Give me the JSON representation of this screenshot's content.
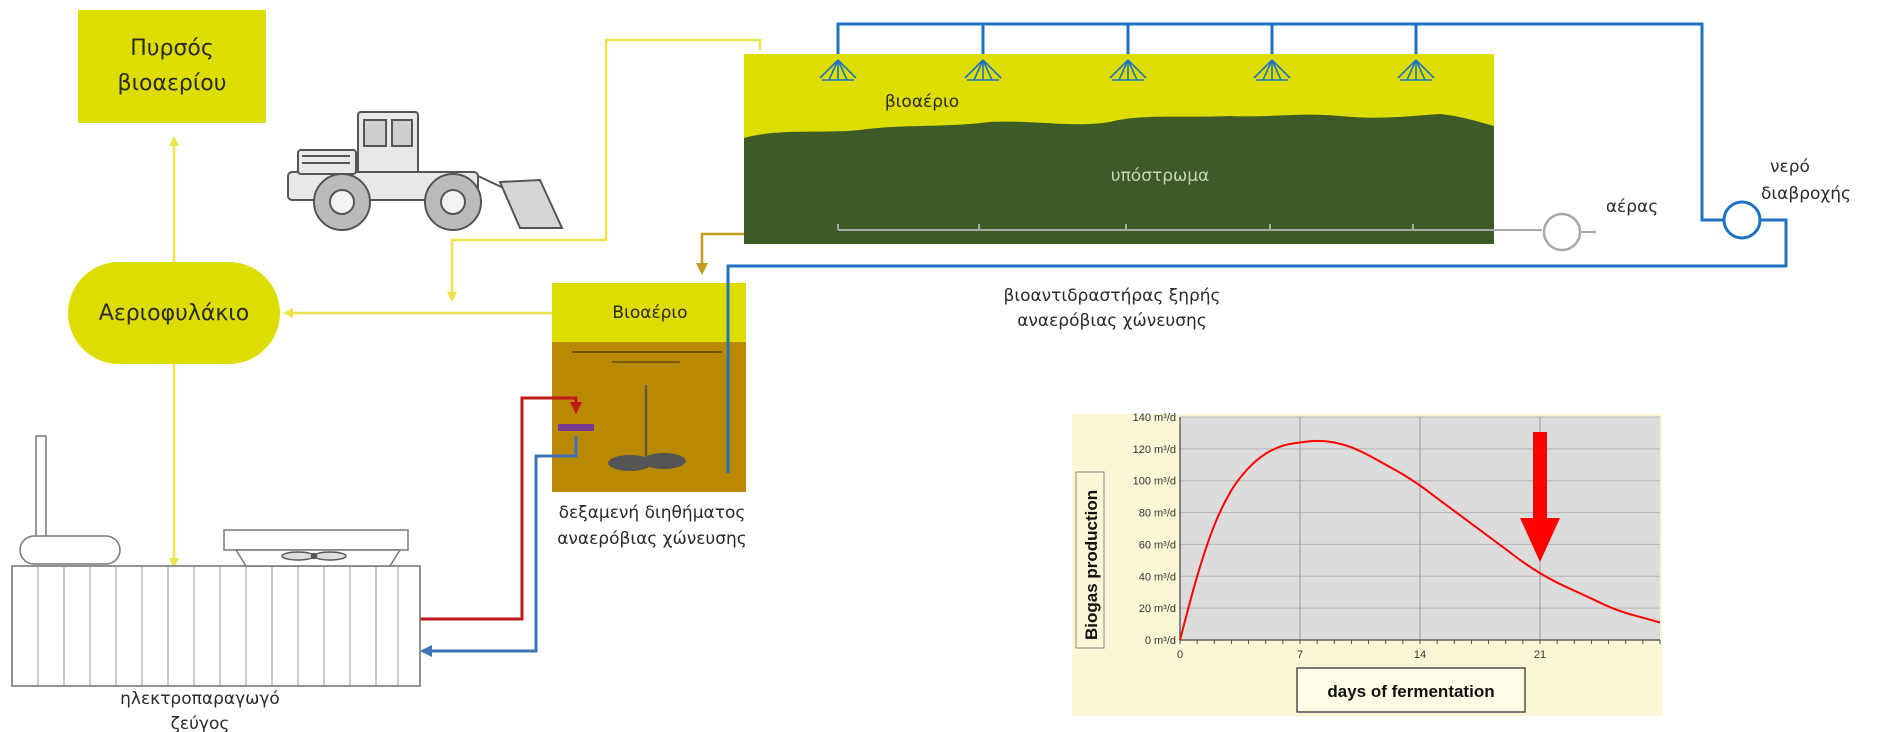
{
  "labels": {
    "flare": [
      "Πυρσός",
      "βιοαερίου"
    ],
    "gas_holder": "Αεριοφυλάκιο",
    "reactor_gas": "βιοαέριο",
    "reactor_substrate": "υπόστρωμα",
    "air": "αέρας",
    "water": [
      "νερό",
      "διαβροχής"
    ],
    "reactor_caption": [
      "βιοαντιδραστήρας ξηρής",
      "αναερόβιας χώνευσης"
    ],
    "tank_gas": "Βιοαέριο",
    "tank_caption": [
      "δεξαμενή διηθήματος",
      "αναερόβιας χώνευσης"
    ],
    "chp_caption": [
      "ηλεκτροπαραγωγό",
      "ζεύγος"
    ]
  },
  "colors": {
    "yellow_box": "#dedd00",
    "gas_line": "#ece44a",
    "water_line": "#1b73c2",
    "hot_line": "#c0191b",
    "return_line": "#3d72b4",
    "substrate": "#3d5b27",
    "tank_liquid": "#b98a00",
    "plot_bg": "#dcdcdc",
    "curve": "#ff0000"
  },
  "chart_data": {
    "type": "line",
    "xlabel": "days of fermentation",
    "ylabel": "Biogas production",
    "xlim": [
      0,
      28
    ],
    "ylim": [
      0,
      140
    ],
    "x_ticks": [
      0,
      7,
      14,
      21
    ],
    "y_ticks": [
      "0 m³/d",
      "20 m³/d",
      "40 m³/d",
      "60 m³/d",
      "80 m³/d",
      "100 m³/d",
      "120 m³/d",
      "140 m³/d"
    ],
    "y_tick_values": [
      0,
      20,
      40,
      60,
      80,
      100,
      120,
      140
    ],
    "grid": true,
    "series": [
      {
        "x": [
          0,
          1,
          2,
          3,
          4,
          5,
          6,
          7,
          8,
          9,
          10,
          11,
          12,
          13,
          14,
          15,
          16,
          17,
          18,
          19,
          20,
          21,
          22,
          23,
          24,
          25,
          26,
          27,
          28
        ],
        "y": [
          0,
          40,
          72,
          94,
          108,
          117,
          122,
          124,
          125,
          124,
          121,
          116,
          110,
          104,
          97,
          89,
          81,
          73,
          65,
          57,
          49,
          42,
          36,
          31,
          26,
          21,
          17,
          14,
          11
        ]
      }
    ],
    "arrow_day": 21
  }
}
